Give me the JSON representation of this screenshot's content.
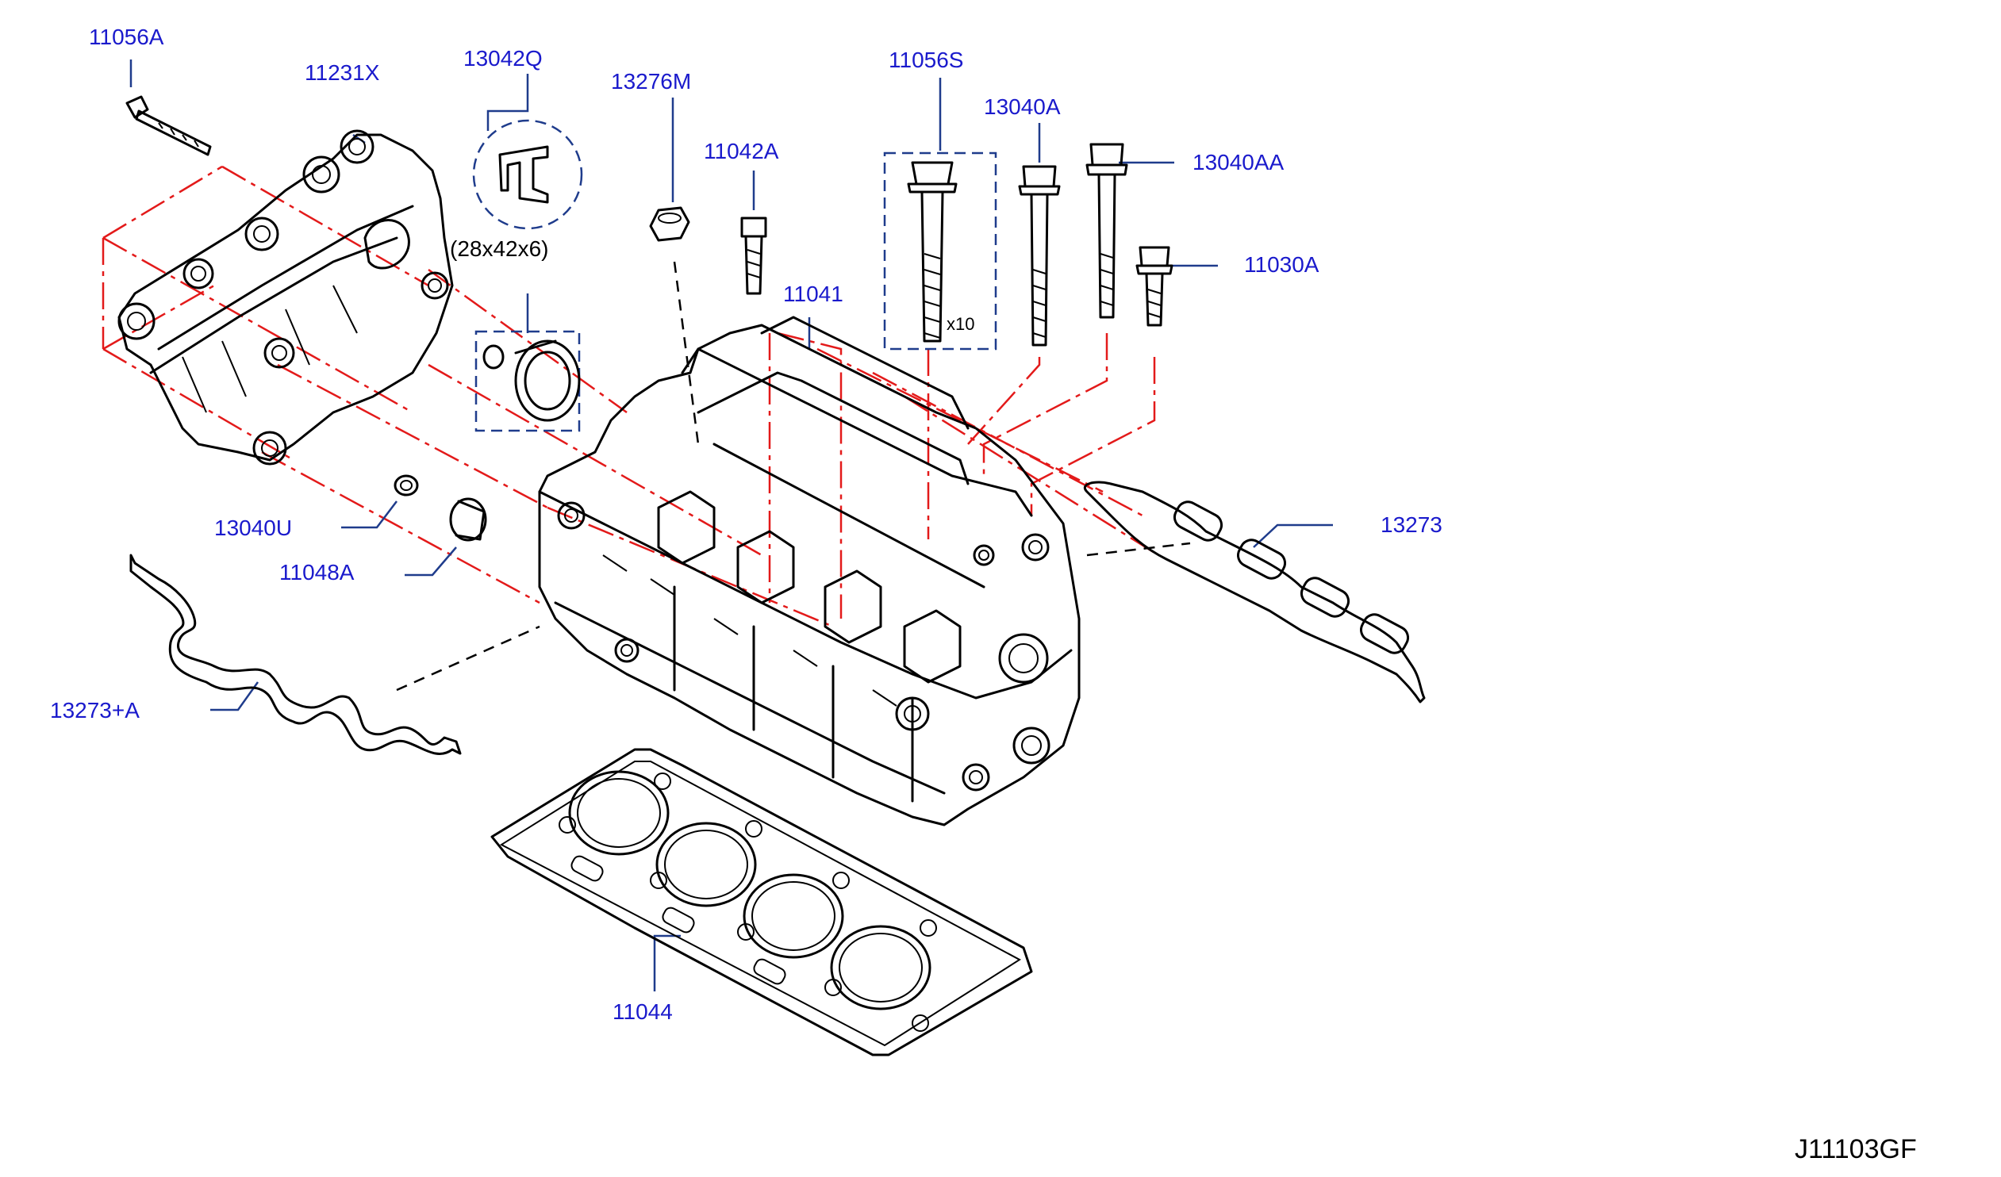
{
  "colors": {
    "label": "#1a1acc",
    "leader": "#1f3c8c",
    "centerline": "#e31a1a",
    "part": "#000000"
  },
  "callouts": {
    "p11056A": "11056A",
    "p11231X": "11231X",
    "p13042Q": "13042Q",
    "p13276M": "13276M",
    "p11042A": "11042A",
    "p11056S": "11056S",
    "p13040A": "13040A",
    "p13040AA": "13040AA",
    "p11030A": "11030A",
    "p11041": "11041",
    "p13273": "13273",
    "p13040U": "13040U",
    "p11048A": "11048A",
    "p13273A": "13273+A",
    "p11044": "11044"
  },
  "notes": {
    "seal_size": "(28x42x6)",
    "bolt_qty": "x10",
    "diagram_code": "J11103GF"
  }
}
